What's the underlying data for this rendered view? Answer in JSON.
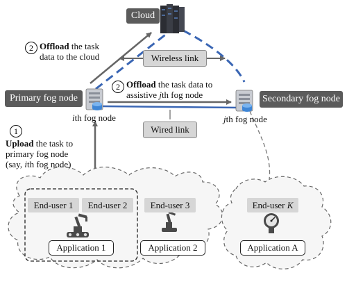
{
  "nodes": {
    "cloud": "Cloud",
    "primary": "Primary fog node",
    "secondary": "Secondary fog node",
    "ith_pre": "i",
    "ith_post": "th fog node",
    "jth_pre": "j",
    "jth_post": "th fog node"
  },
  "links": {
    "wireless": "Wireless link",
    "wired": "Wired link"
  },
  "steps": {
    "offload_cloud": {
      "num": "2",
      "bold": "Offload",
      "rest1": " the task",
      "line2": "data to the cloud"
    },
    "offload_fog": {
      "num": "2",
      "bold": "Offload",
      "rest1": " the task data to",
      "line2_pre": "assistive ",
      "line2_it": "j",
      "line2_post": "th fog node"
    },
    "upload": {
      "num": "1",
      "bold": "Upload",
      "rest1": " the task to",
      "line2": "primary fog node",
      "line3_pre": "(say, ",
      "line3_it": "i",
      "line3_post": "th fog node)"
    }
  },
  "users": {
    "u1": "End-user 1",
    "u2": "End-user 2",
    "u3": "End-user 3",
    "uk_pre": "End-user ",
    "uk_it": "K"
  },
  "apps": {
    "a1": "Application 1",
    "a2": "Application 2",
    "aA": "Application A"
  },
  "colors": {
    "wireless_link": "#3a66b4",
    "dark_label": "#5b5b5b",
    "arrow": "#666666"
  }
}
